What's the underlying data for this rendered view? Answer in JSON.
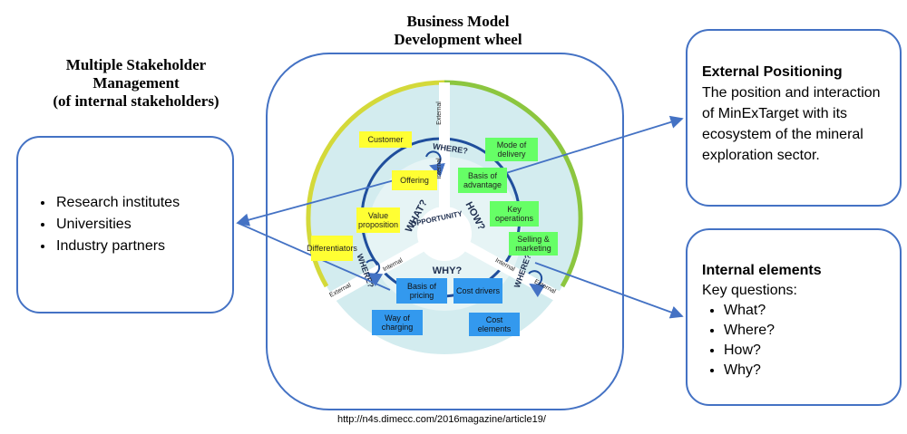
{
  "left_title": [
    "Multiple Stakeholder",
    "Management",
    "(of internal stakeholders)"
  ],
  "center_title": [
    "Business Model",
    "Development wheel"
  ],
  "stakeholders": [
    "Research institutes",
    "Universities",
    "Industry partners"
  ],
  "external": {
    "heading": "External Positioning",
    "body": "The position and interaction of MinExTarget with its ecosystem of the mineral exploration sector."
  },
  "internal": {
    "heading": "Internal elements",
    "subheading": "Key questions:",
    "questions": [
      "What?",
      "Where?",
      "How?",
      "Why?"
    ]
  },
  "wheel": {
    "center": "OPPORTUNITY",
    "questions": {
      "what": "WHAT?",
      "how": "HOW?",
      "why": "WHY?",
      "where_top": "WHERE?",
      "where_left": "WHERE?",
      "where_right": "WHERE?"
    },
    "ring_labels": {
      "external": "External",
      "internal": "Internal"
    },
    "yellow": [
      "Customer",
      "Offering",
      "Value proposition",
      "Differentiators"
    ],
    "green": [
      "Mode of delivery",
      "Basis of advantage",
      "Key operations",
      "Selling & marketing"
    ],
    "blue": [
      "Basis of pricing",
      "Cost drivers",
      "Way of charging",
      "Cost elements"
    ]
  },
  "colors": {
    "frame": "#4472c4",
    "yellow_ring": "#d4d93a",
    "green_ring": "#8cc63f",
    "wheel_fill": "#d3ecef",
    "inner_ring": "#1f4e9c"
  },
  "source_url": "http://n4s.dimecc.com/2016magazine/article19/"
}
